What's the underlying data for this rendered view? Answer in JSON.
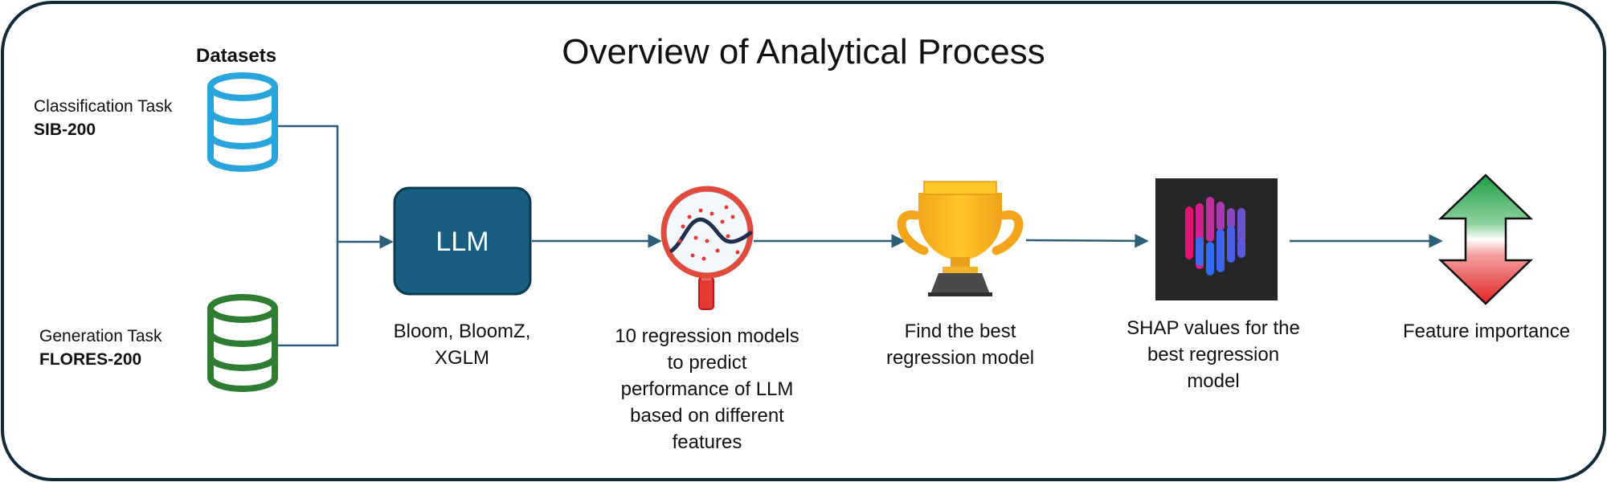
{
  "title": "Overview of Analytical Process",
  "datasets": {
    "heading": "Datasets",
    "items": [
      {
        "task": "Classification Task",
        "name": "SIB-200",
        "color": "#29A5DC"
      },
      {
        "task": "Generation Task",
        "name": "FLORES-200",
        "color": "#2E7D32"
      }
    ]
  },
  "llm_box": {
    "label": "LLM",
    "color": "#175E80"
  },
  "steps": [
    {
      "key": "llm",
      "caption": "Bloom, BloomZ,\nXGLM",
      "icon": "llm-box"
    },
    {
      "key": "regression",
      "caption": "10 regression models\nto predict\nperformance of LLM\nbased on different\nfeatures",
      "icon": "magnifier-scatter-icon"
    },
    {
      "key": "best",
      "caption": "Find the best\nregression model",
      "icon": "trophy-icon"
    },
    {
      "key": "shap",
      "caption": "SHAP values for the\nbest regression\nmodel",
      "icon": "shap-logo-icon"
    },
    {
      "key": "importance",
      "caption": "Feature importance",
      "icon": "up-down-arrow-icon"
    }
  ],
  "colors": {
    "border": "#0F2A3A",
    "connector": "#2C5E7A"
  }
}
